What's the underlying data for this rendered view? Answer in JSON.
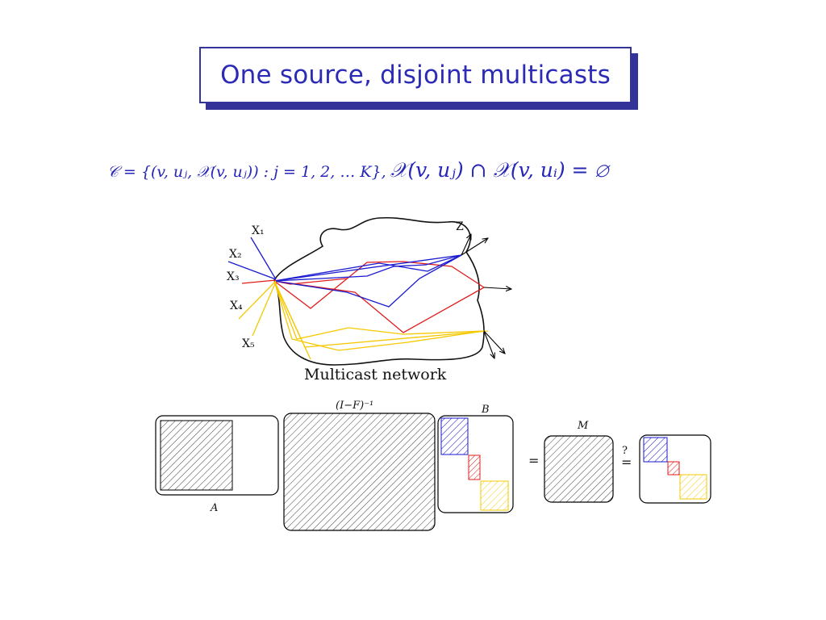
{
  "slide": {
    "title": "One source, disjoint multicasts",
    "formula_part1": "𝒞 = {(v, uⱼ, 𝒳(v, uⱼ)) : j = 1, 2, … K},",
    "formula_part2": "𝒳(v, uⱼ) ∩ 𝒳(v, uᵢ) = ∅"
  },
  "network": {
    "caption": "Multicast network",
    "sources": [
      "X₁",
      "X₂",
      "X₃",
      "X₄",
      "X₅"
    ],
    "sink_label": "Z"
  },
  "matrices": {
    "a_label": "A",
    "f_label": "(I−F)⁻¹",
    "b_label": "B",
    "m_label": "M",
    "equals": "=",
    "equals_q_mark": "?",
    "equals_q_sign": "="
  },
  "colors": {
    "title_blue": "#333399",
    "formula_blue": "#2626b8",
    "path_blue": "#1a1ad0",
    "path_red": "#e01c1c",
    "path_yellow": "#f5c800",
    "hatch_gray": "#444444"
  }
}
